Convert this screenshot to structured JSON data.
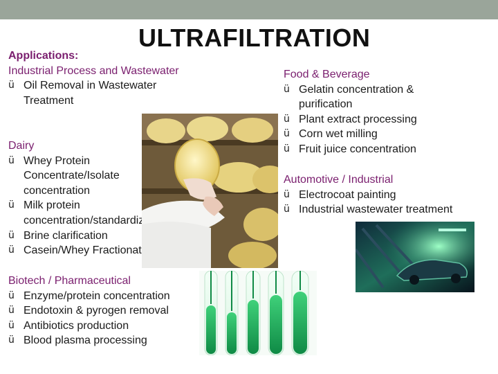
{
  "slide": {
    "title": "ULTRAFILTRATION",
    "applications_label": "Applications:",
    "industrial": {
      "heading": "Industrial Process and Wastewater",
      "items": [
        "Oil Removal in Wastewater Treatment"
      ]
    },
    "dairy": {
      "heading": "Dairy",
      "items": [
        "Whey Protein Concentrate/Isolate concentration",
        "Milk protein concentration/standardizing",
        "Brine clarification",
        "Casein/Whey Fractionation"
      ]
    },
    "biotech": {
      "heading": "Biotech / Pharmaceutical",
      "items": [
        "Enzyme/protein concentration",
        "Endotoxin & pyrogen removal",
        "Antibiotics production",
        "Blood plasma processing"
      ]
    },
    "food": {
      "heading": "Food & Beverage",
      "items": [
        "Gelatin concentration & purification",
        "Plant extract processing",
        "Corn wet milling",
        "Fruit juice concentration"
      ]
    },
    "automotive": {
      "heading": "Automotive / Industrial",
      "items": [
        "Electrocoat painting",
        "Industrial wastewater treatment"
      ]
    },
    "check_glyph": "ü"
  },
  "colors": {
    "heading": "#7a1e6e",
    "top_bar": "#9aa59a"
  }
}
